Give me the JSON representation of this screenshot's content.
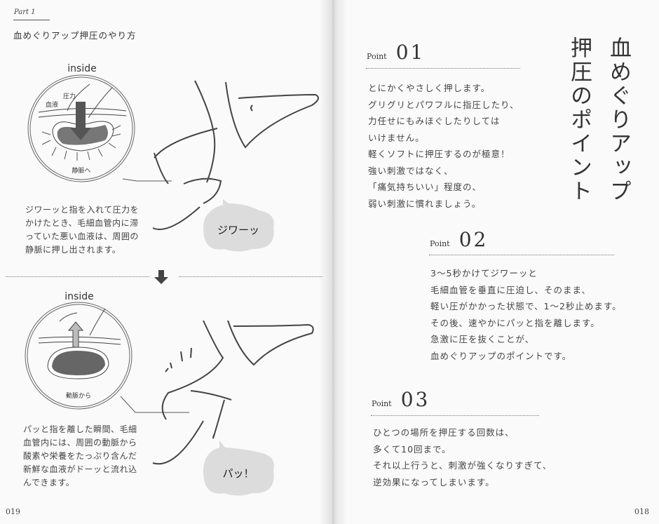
{
  "left_page": {
    "part_label": "Part 1",
    "section_title": "血めぐりアップ押圧のやり方",
    "diagram1": {
      "inside_label": "inside",
      "label_pressure": "圧力",
      "label_blood": "血液",
      "label_to_vein": "静脈へ"
    },
    "paragraph1": "ジワーッと指を入れて圧力を\nかけたとき、毛細血管内に滞\nっていた悪い血液は、周囲の\n静脈に押し出されます。",
    "bubble1": "ジワーッ",
    "diagram2": {
      "inside_label": "inside",
      "label_from_artery": "動脈から"
    },
    "paragraph2": "パッと指を離した瞬間、毛細\n血管内には、周囲の動脈から\n酸素や栄養をたっぷり含んだ\n新鮮な血液がドーッと流れ込\nんできます。",
    "bubble2": "パッ！",
    "page_number": "019"
  },
  "right_page": {
    "title_col1": "血めぐりアップ",
    "title_col2": "押圧のポイント",
    "points": [
      {
        "label": "Point",
        "number": "01",
        "text": "とにかくやさしく押します。\nグリグリとパワフルに指圧したり、\n力任せにもみほぐしたりしては\nいけません。\n軽くソフトに押圧するのが極意！\n強い刺激ではなく、\n「痛気持ちいい」程度の、\n弱い刺激に慣れましょう。"
      },
      {
        "label": "Point",
        "number": "02",
        "text": "3～5秒かけてジワーッと\n毛細血管を垂直に圧迫し、そのまま、\n軽い圧がかかった状態で、1～2秒止めます。\nその後、速やかにパッと指を離します。\n急激に圧を抜くことが、\n血めぐりアップのポイントです。"
      },
      {
        "label": "Point",
        "number": "03",
        "text": "ひとつの場所を押圧する回数は、\n多くて10回まで。\nそれ以上行うと、刺激が強くなりすぎて、\n逆効果になってしまいます。"
      }
    ],
    "page_number": "018"
  },
  "colors": {
    "paper": "#fafafa",
    "ink": "#333333",
    "blood": "#666666",
    "bubble": "#dcdcdc"
  }
}
